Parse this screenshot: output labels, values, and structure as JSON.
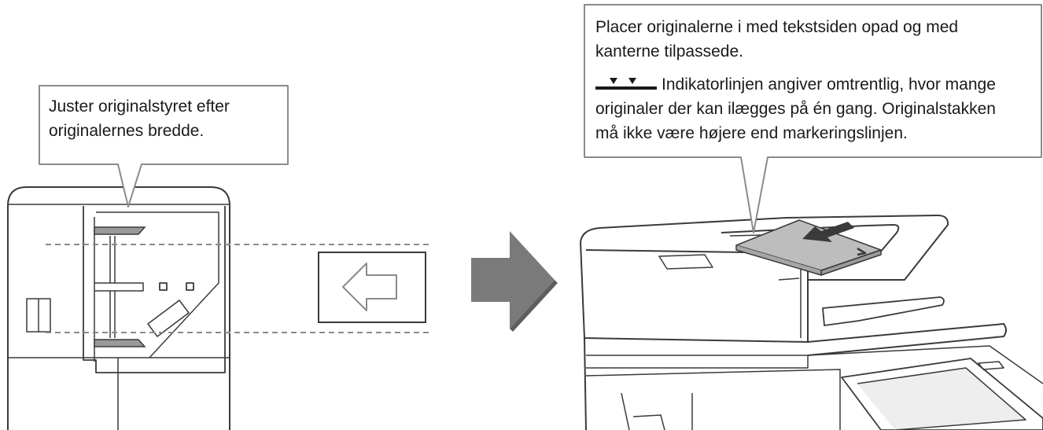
{
  "left_callout": {
    "line1": "Juster originalstyret efter",
    "line2": "originalernes bredde."
  },
  "right_callout": {
    "line1": "Placer originalerne i med tekstsiden opad og med",
    "line2": "kanterne tilpassede.",
    "line3": "Indikatorlinjen angiver omtrentlig, hvor mange",
    "line4": "originaler der kan ilægges på én gang. Originalstakken",
    "line5": "må ikke være højere end markeringslinjen."
  },
  "icons": {
    "indicator_line": "indicator-line-icon",
    "step_arrow": "right-arrow-icon",
    "insert_arrow": "left-arrow-icon",
    "feed_arrow": "feed-arrow-icon"
  },
  "colors": {
    "outline": "#3a3a3a",
    "callout_border": "#8a8a8a",
    "step_arrow": "#7a7a7a",
    "paper_fill": "#bdbdbd"
  }
}
